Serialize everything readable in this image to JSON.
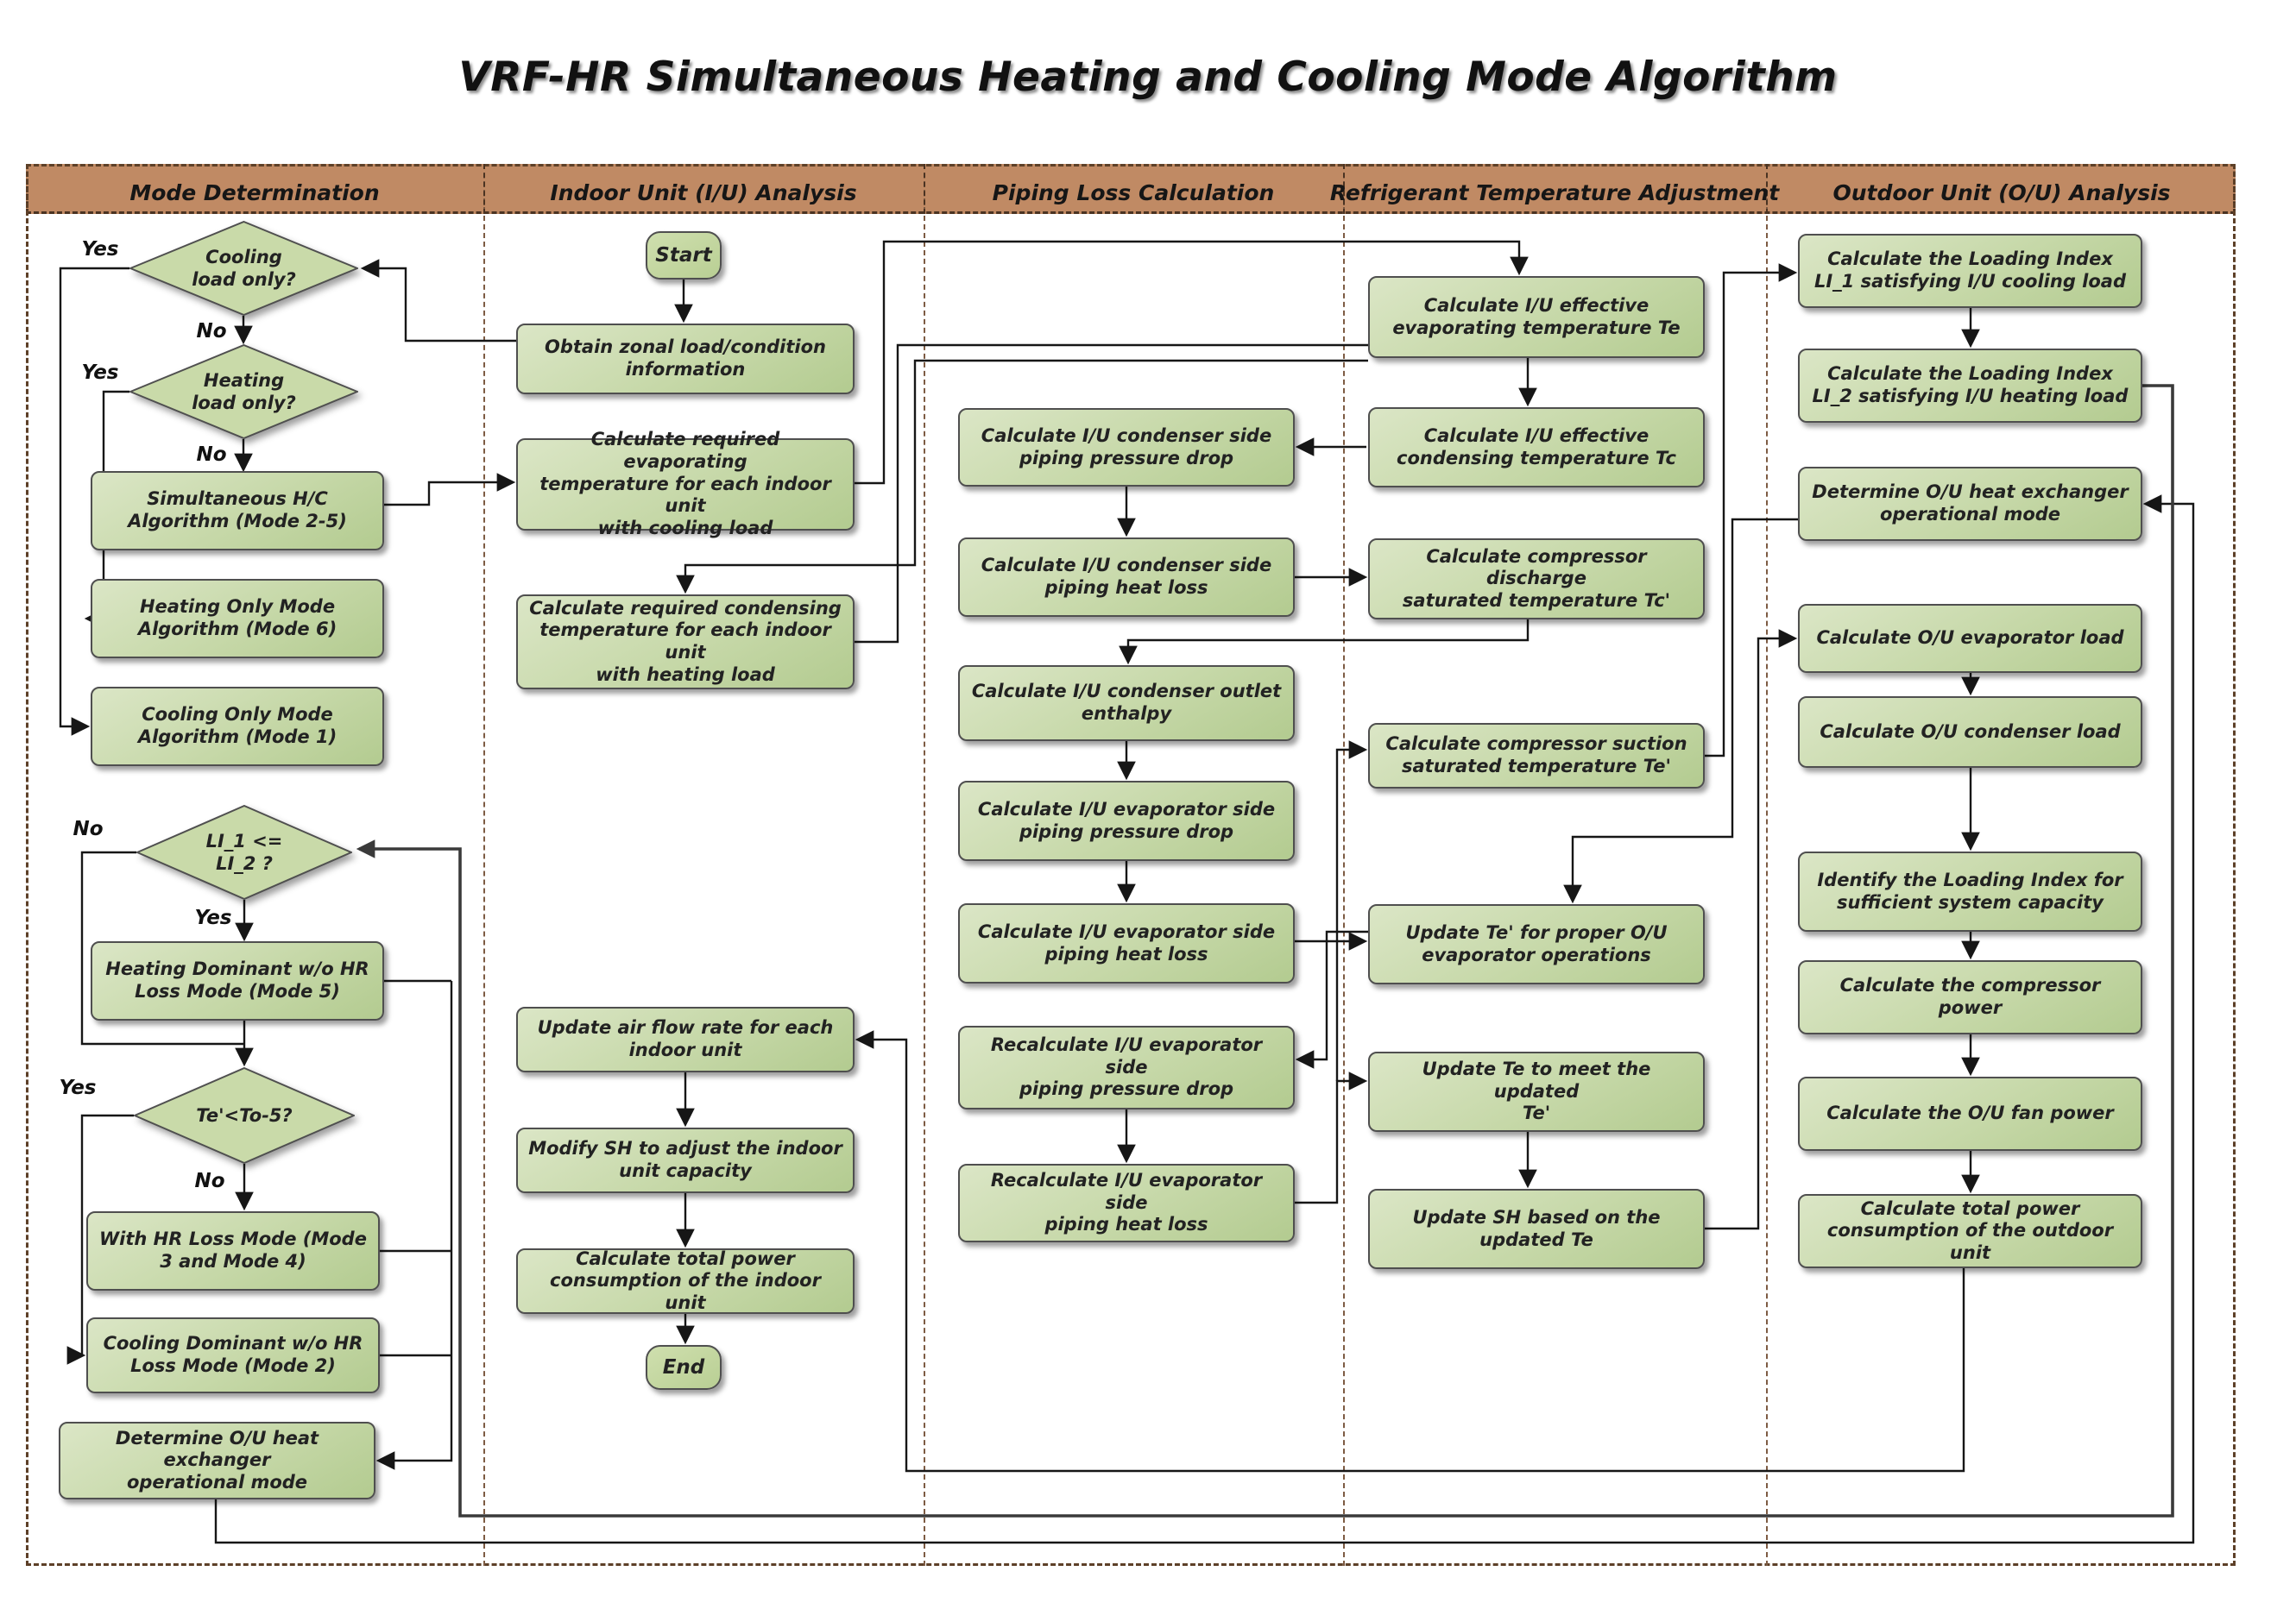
{
  "title": "VRF-HR Simultaneous Heating and Cooling Mode Algorithm",
  "lanes": [
    {
      "label": "Mode Determination"
    },
    {
      "label": "Indoor Unit (I/U) Analysis"
    },
    {
      "label": "Piping Loss Calculation"
    },
    {
      "label": "Refrigerant Temperature Adjustment"
    },
    {
      "label": "Outdoor Unit (O/U) Analysis"
    }
  ],
  "nodes": [
    {
      "id": "cooling-load-only-decision",
      "label": "Cooling\nload only?"
    },
    {
      "id": "heating-load-only-decision",
      "label": "Heating\nload only?"
    },
    {
      "id": "simultaneous-hc-algorithm",
      "label": "Simultaneous H/C\nAlgorithm (Mode 2-5)"
    },
    {
      "id": "heating-only-mode",
      "label": "Heating Only Mode\nAlgorithm (Mode 6)"
    },
    {
      "id": "cooling-only-mode",
      "label": "Cooling Only Mode\nAlgorithm (Mode 1)"
    },
    {
      "id": "li1-le-li2-decision",
      "label": "LI_1 <=\nLI_2 ?"
    },
    {
      "id": "heating-dominant-mode5",
      "label": "Heating Dominant w/o HR\nLoss Mode (Mode 5)"
    },
    {
      "id": "te-lt-to5-decision",
      "label": "Te'<To-5?"
    },
    {
      "id": "with-hr-loss-mode",
      "label": "With HR Loss Mode (Mode\n3 and Mode 4)"
    },
    {
      "id": "cooling-dominant-mode2",
      "label": "Cooling Dominant w/o HR\nLoss Mode (Mode 2)"
    },
    {
      "id": "determine-ou-hx-mode-left",
      "label": "Determine O/U heat exchanger\noperational mode"
    },
    {
      "id": "start",
      "label": "Start"
    },
    {
      "id": "obtain-zonal-info",
      "label": "Obtain zonal load/condition\ninformation"
    },
    {
      "id": "calc-required-evap-temp",
      "label": "Calculate required evaporating\ntemperature for each indoor unit\nwith cooling load"
    },
    {
      "id": "calc-required-cond-temp",
      "label": "Calculate required condensing\ntemperature for each indoor unit\nwith heating load"
    },
    {
      "id": "update-air-flow",
      "label": "Update air flow rate for each\nindoor unit"
    },
    {
      "id": "modify-sh",
      "label": "Modify SH to adjust the indoor\nunit capacity"
    },
    {
      "id": "calc-total-power-iu",
      "label": "Calculate total power\nconsumption of the indoor unit"
    },
    {
      "id": "end",
      "label": "End"
    },
    {
      "id": "calc-cond-piping-drop",
      "label": "Calculate I/U condenser side\npiping pressure drop"
    },
    {
      "id": "calc-cond-piping-heat-loss",
      "label": "Calculate I/U condenser side\npiping heat loss"
    },
    {
      "id": "calc-cond-outlet-enthalpy",
      "label": "Calculate I/U condenser outlet\nenthalpy"
    },
    {
      "id": "calc-evap-piping-drop",
      "label": "Calculate I/U evaporator side\npiping pressure drop"
    },
    {
      "id": "calc-evap-piping-heat-loss",
      "label": "Calculate I/U evaporator side\npiping heat loss"
    },
    {
      "id": "recalc-evap-piping-drop",
      "label": "Recalculate I/U evaporator side\npiping pressure drop"
    },
    {
      "id": "recalc-evap-piping-heat-loss",
      "label": "Recalculate I/U evaporator side\npiping heat loss"
    },
    {
      "id": "calc-effective-te",
      "label": "Calculate I/U effective\nevaporating temperature Te"
    },
    {
      "id": "calc-effective-tc",
      "label": "Calculate I/U effective\ncondensing temperature Tc"
    },
    {
      "id": "calc-discharge-tc-prime",
      "label": "Calculate compressor discharge\nsaturated temperature Tc'"
    },
    {
      "id": "calc-suction-te-prime",
      "label": "Calculate compressor suction\nsaturated temperature Te'"
    },
    {
      "id": "update-te-prime",
      "label": "Update Te' for proper O/U\nevaporator operations"
    },
    {
      "id": "update-te",
      "label": "Update Te to meet the updated\nTe'"
    },
    {
      "id": "update-sh",
      "label": "Update SH based on the\nupdated Te"
    },
    {
      "id": "calc-li1",
      "label": "Calculate the Loading Index\nLI_1 satisfying I/U cooling load"
    },
    {
      "id": "calc-li2",
      "label": "Calculate the Loading Index\nLI_2 satisfying I/U heating load"
    },
    {
      "id": "determine-ou-hx-mode-right",
      "label": "Determine O/U heat exchanger\noperational mode"
    },
    {
      "id": "calc-ou-evap-load",
      "label": "Calculate O/U evaporator load"
    },
    {
      "id": "calc-ou-cond-load",
      "label": "Calculate O/U condenser load"
    },
    {
      "id": "identify-loading-index",
      "label": "Identify the Loading Index for\nsufficient system capacity"
    },
    {
      "id": "calc-compressor-power",
      "label": "Calculate the compressor power"
    },
    {
      "id": "calc-ou-fan-power",
      "label": "Calculate the O/U fan power"
    },
    {
      "id": "calc-total-power-ou",
      "label": "Calculate total power\nconsumption of the outdoor unit"
    }
  ],
  "edge_labels": [
    {
      "text": "Yes"
    },
    {
      "text": "No"
    },
    {
      "text": "Yes"
    },
    {
      "text": "No"
    },
    {
      "text": "No"
    },
    {
      "text": "Yes"
    },
    {
      "text": "Yes"
    },
    {
      "text": "No"
    }
  ],
  "colors": {
    "header": "#c08a64",
    "node_light": "#dbe6c6",
    "node_dark": "#b3cb90",
    "line": "#161616",
    "feedback_line": "#4d4d4d",
    "lane_border": "#5d4028"
  }
}
